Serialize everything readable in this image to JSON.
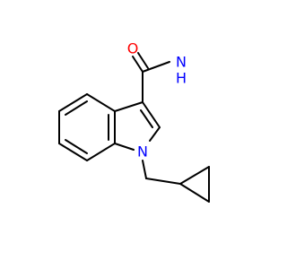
{
  "molecule": {
    "atoms": {
      "oxygen": {
        "symbol": "O",
        "color": "#FF0000"
      },
      "amide_nitrogen": {
        "symbol": "N",
        "hydrogens": "H",
        "color": "#0000FF"
      },
      "indole_nitrogen": {
        "symbol": "N",
        "color": "#0000FF"
      }
    },
    "bond_color": "#000000"
  }
}
